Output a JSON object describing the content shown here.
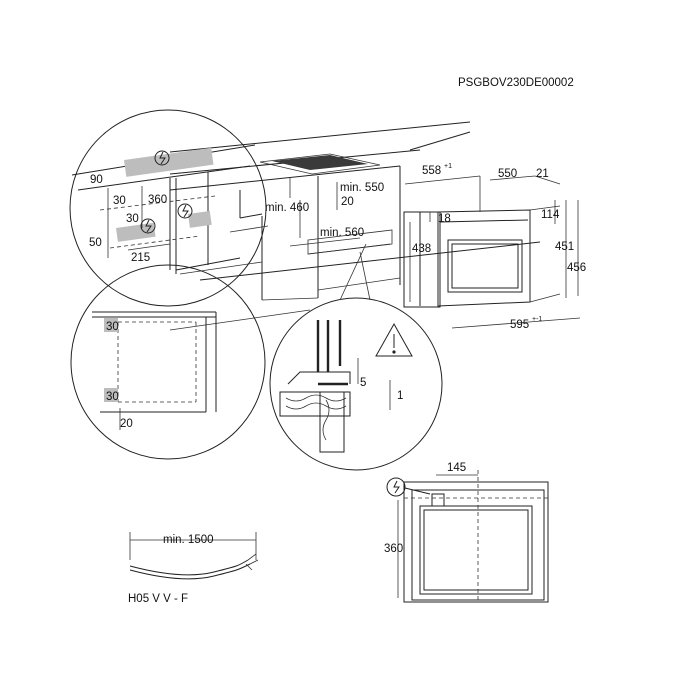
{
  "header": {
    "reference_code": "PSGBOV230DE00002"
  },
  "dimensions": {
    "d90": "90",
    "d30a": "30",
    "d360a": "360",
    "d30b": "30",
    "d50": "50",
    "d215": "215",
    "min550": "min. 550",
    "d20": "20",
    "min460": "min. 460",
    "min560": "min. 560",
    "w558": "558",
    "w558_tol": "+1",
    "w550": "550",
    "w21": "21",
    "d18": "18",
    "d114": "114",
    "h438": "438",
    "h451": "451",
    "h456": "456",
    "w595": "595",
    "w595_tol": "+-1",
    "d30c": "30",
    "d30d": "30",
    "d20b": "20",
    "d5": "5",
    "d1": "1",
    "d145": "145",
    "d360b": "360",
    "min1500": "min. 1500"
  },
  "cable": {
    "type_label": "H05 V V - F"
  }
}
